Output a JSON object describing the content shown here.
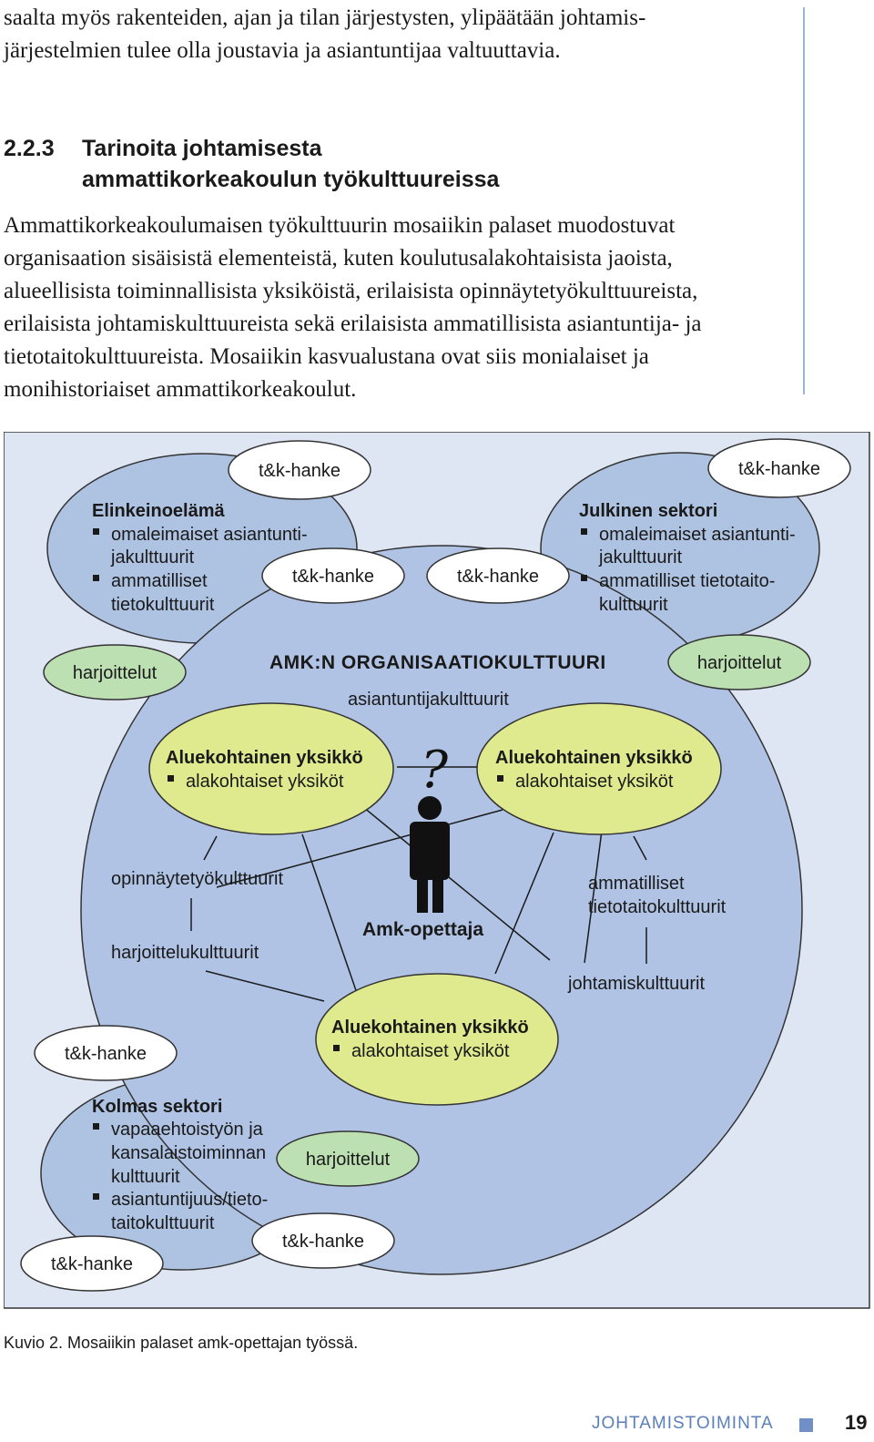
{
  "intro_lines": [
    "saalta myös rakenteiden, ajan ja tilan järjestysten, ylipäätään johtamis-",
    "järjestelmien tulee olla joustavia ja asiantuntijaa valtuuttavia."
  ],
  "section": {
    "number": "2.2.3",
    "title_lines": [
      "Tarinoita johtamisesta",
      "ammattikorkeakoulun työkulttuureissa"
    ]
  },
  "body_lines": [
    "Ammattikorkeakoulumaisen työkulttuurin mosaiikin palaset muodostuvat",
    "organisaation sisäisistä elementeistä, kuten koulutusalakohtaisista jaoista,",
    "alueellisista toiminnallisista yksiköistä, erilaisista opinnäytetyökulttuureista,",
    "erilaisista johtamiskulttuureista sekä erilaisista ammatillisista asiantuntija- ja",
    "tietotaitokulttuureista. Mosaiikin kasvualustana ovat siis monialaiset ja",
    "monihistoriaiset ammattikorkeakoulut."
  ],
  "diagram": {
    "colors": {
      "background": "#dfe6f3",
      "organisation": "#b0c3e4",
      "sector": "#aec2e2",
      "unit": "#dfe98e",
      "practice": "#bde0b3",
      "project": "#ffffff",
      "person": "#111111"
    },
    "project_label": "t&k-hanke",
    "practice_label": "harjoittelut",
    "elinkeinoelama": {
      "title": "Elinkeinoelämä",
      "bullets": [
        [
          "omaleimaiset asiantunti-",
          "jakulttuurit"
        ],
        [
          "ammatilliset",
          "tietokulttuurit"
        ]
      ]
    },
    "julkinen": {
      "title": "Julkinen sektori",
      "bullets": [
        [
          "omaleimaiset asiantunti-",
          "jakulttuurit"
        ],
        [
          "ammatilliset tietotaito-",
          "kulttuurit"
        ]
      ]
    },
    "kolmas": {
      "title": "Kolmas sektori",
      "bullets": [
        [
          "vapaaehtoistyön ja",
          "kansalaistoiminnan",
          "kulttuurit"
        ],
        [
          "asiantuntijuus/tieto-",
          "taitokulttuurit"
        ]
      ]
    },
    "organisation_title": "AMK:N ORGANISAATIOKULTTUURI",
    "expert_cultures": "asiantuntijakulttuurit",
    "unit_title": "Aluekohtainen yksikkö",
    "unit_bullet": "alakohtaiset yksiköt",
    "question_mark": "?",
    "person_icon": "person-icon",
    "teacher": "Amk-opettaja",
    "thesis": "opinnäytetyökulttuurit",
    "practice_cultures": "harjoittelukulttuurit",
    "professional_lines": [
      "ammatilliset",
      "tietotaitokulttuurit"
    ],
    "management": "johtamiskulttuurit"
  },
  "caption": "Kuvio 2. Mosaiikin palaset amk-opettajan työssä.",
  "footer": {
    "label": "JOHTAMISTOIMINTA",
    "page": "19"
  }
}
